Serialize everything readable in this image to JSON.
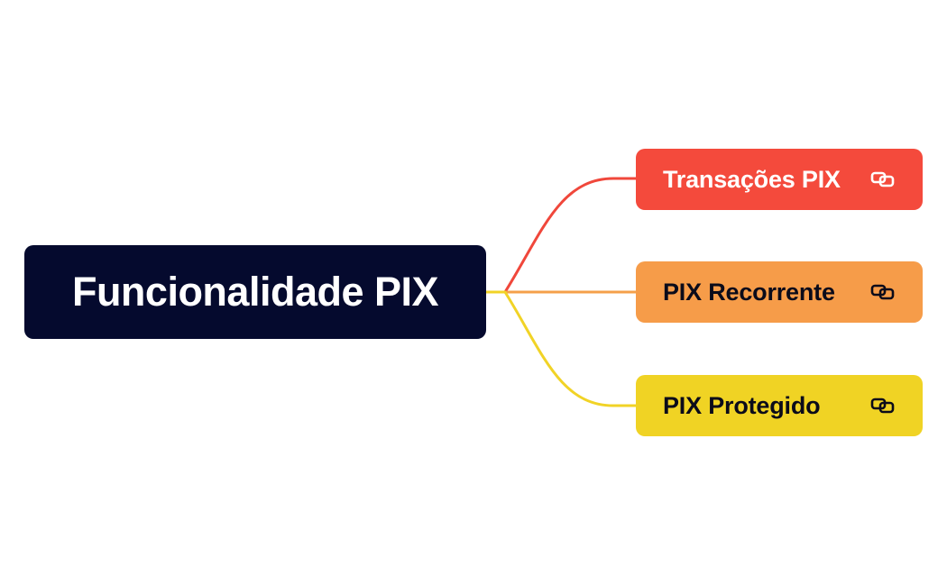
{
  "root": {
    "label": "Funcionalidade PIX",
    "background": "#050a2e",
    "text_color": "#ffffff"
  },
  "branches": [
    {
      "label": "Transações PIX",
      "background": "#f44a3c",
      "text_color": "#ffffff",
      "line_color": "#f0473b",
      "icon": "link-icon"
    },
    {
      "label": "PIX Recorrente",
      "background": "#f69c49",
      "text_color": "#0b0b1a",
      "line_color": "#f5a04a",
      "icon": "link-icon"
    },
    {
      "label": "PIX Protegido",
      "background": "#f0d324",
      "text_color": "#0b0b1a",
      "line_color": "#f1d326",
      "icon": "link-icon"
    }
  ]
}
